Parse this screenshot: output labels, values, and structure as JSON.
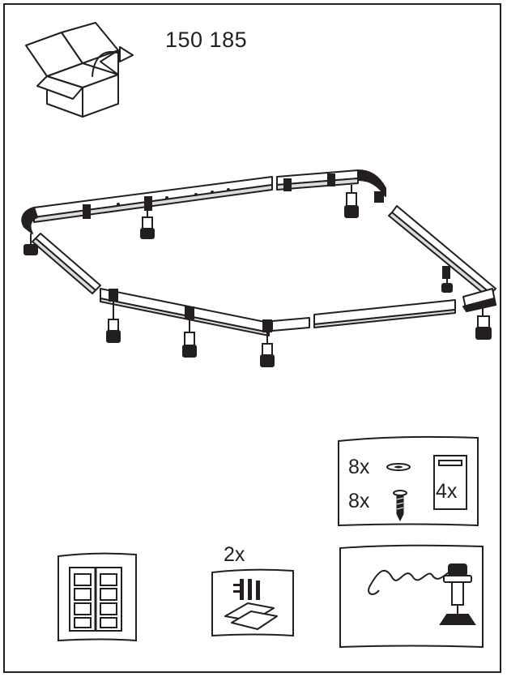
{
  "document": {
    "part_number": "150 185"
  },
  "hardware_kit": {
    "washer_qty": "8x",
    "screw_qty": "8x",
    "pad_qty": "4x"
  },
  "brackets_kit": {
    "qty": "2x"
  }
}
